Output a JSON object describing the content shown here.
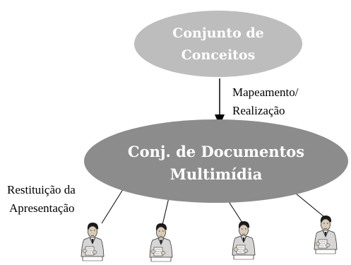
{
  "diagram": {
    "top_node": {
      "line1": "Conjunto de",
      "line2": "Conceitos",
      "fill": "#bdbdbd"
    },
    "bottom_node": {
      "line1": "Conj. de Documentos",
      "line2": "Multimídia",
      "fill": "#8c8c8c"
    },
    "mapping_label": {
      "line1": "Mapeamento/",
      "line2": "Realização"
    },
    "restitution_label": {
      "line1": "Restituição da",
      "line2": "Apresentação"
    },
    "user_icons": [
      "person-icon",
      "person-icon",
      "person-icon",
      "person-icon"
    ]
  }
}
